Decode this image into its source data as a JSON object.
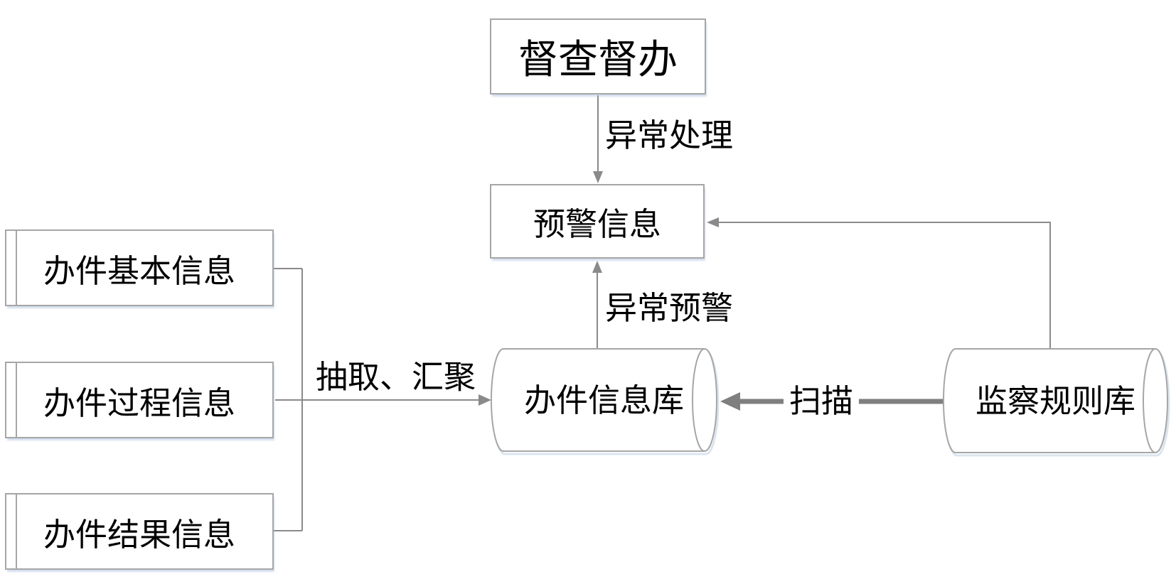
{
  "diagram": {
    "nodes": {
      "supervision": {
        "label": "督查督办"
      },
      "warning": {
        "label": "预警信息"
      },
      "basic": {
        "label": "办件基本信息"
      },
      "process": {
        "label": "办件过程信息"
      },
      "result": {
        "label": "办件结果信息"
      },
      "case_db": {
        "label": "办件信息库"
      },
      "rule_db": {
        "label": "监察规则库"
      }
    },
    "edges": {
      "exception_handling": {
        "label": "异常处理",
        "from": "supervision",
        "to": "warning"
      },
      "exception_warning": {
        "label": "异常预警",
        "from": "case_db",
        "to": "warning"
      },
      "extract_aggregate": {
        "label": "抽取、汇聚",
        "from": "basic/process/result",
        "to": "case_db"
      },
      "scan": {
        "label": "扫描",
        "from": "rule_db",
        "to": "case_db"
      },
      "rule_to_warning": {
        "label": "",
        "from": "rule_db",
        "to": "warning"
      }
    },
    "colors": {
      "canvas": "#ffffff",
      "node_fill": "#ffffff",
      "node_border": "#a6a6a6",
      "connector": "#8a8a8a",
      "thick_connector": "#7f7f7f",
      "text": "#000000",
      "shadow": "#dbe5f1"
    }
  }
}
